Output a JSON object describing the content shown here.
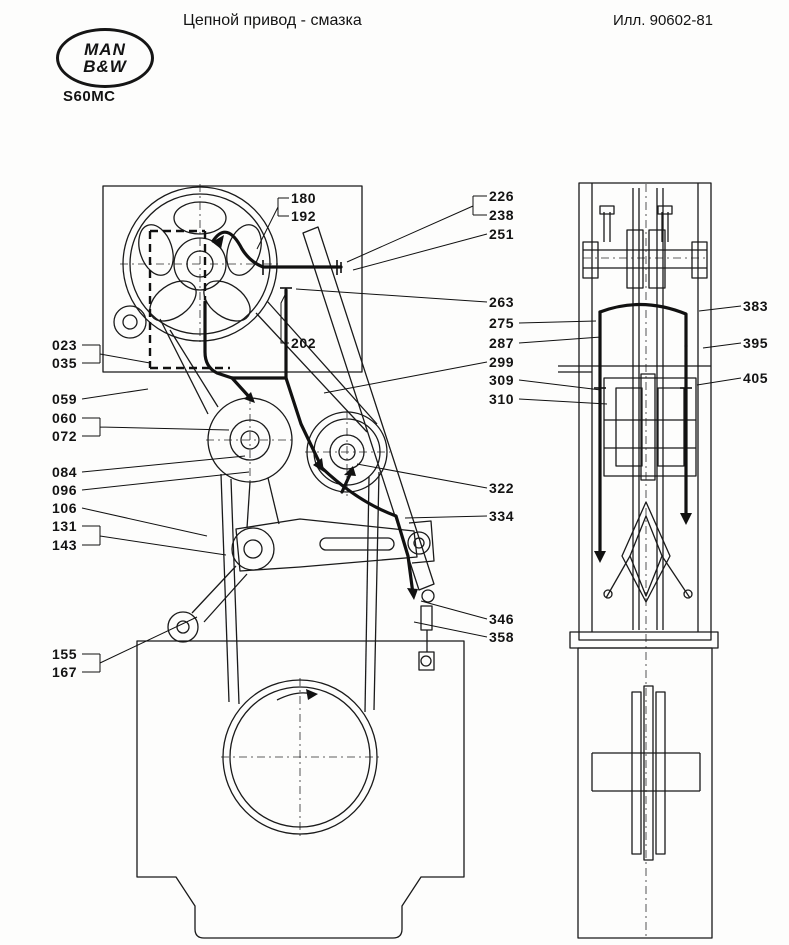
{
  "header": {
    "logo_top": "MAN",
    "logo_bottom": "B&W",
    "model": "S60MC",
    "title": "Цепной привод - смазка",
    "illustration": "Илл. 90602-81"
  },
  "parts": [
    "023",
    "035",
    "059",
    "060",
    "072",
    "084",
    "096",
    "106",
    "131",
    "143",
    "155",
    "167",
    "180",
    "192",
    "202",
    "226",
    "238",
    "251",
    "263",
    "275",
    "287",
    "299",
    "309",
    "310",
    "322",
    "334",
    "346",
    "358",
    "383",
    "395",
    "405"
  ]
}
